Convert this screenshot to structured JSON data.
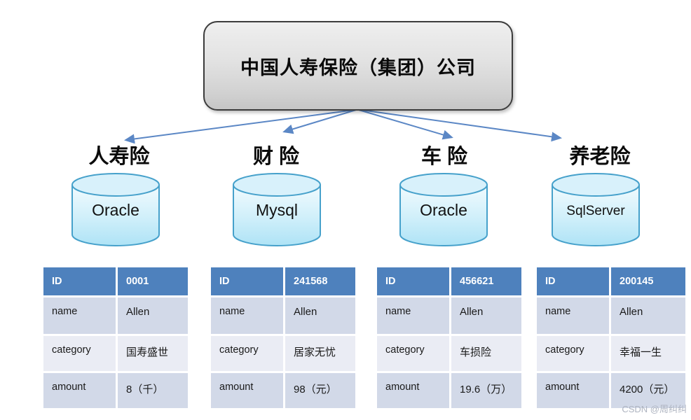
{
  "company": {
    "name": "中国人寿保险（集团）公司"
  },
  "table": {
    "row_labels": [
      "ID",
      "name",
      "category",
      "amount"
    ]
  },
  "branches": [
    {
      "label": "人寿险",
      "database": "Oracle",
      "record": {
        "id": "0001",
        "name": "Allen",
        "category": "国寿盛世",
        "amount": "8（千）"
      }
    },
    {
      "label": "财 险",
      "database": "Mysql",
      "record": {
        "id": "241568",
        "name": "Allen",
        "category": "居家无忧",
        "amount": "98（元）"
      }
    },
    {
      "label": "车 险",
      "database": "Oracle",
      "record": {
        "id": "456621",
        "name": "Allen",
        "category": "车损险",
        "amount": "19.6（万）"
      }
    },
    {
      "label": "养老险",
      "database": "SqlServer",
      "record": {
        "id": "200145",
        "name": "Allen",
        "category": "幸福一生",
        "amount": "4200（元）"
      }
    }
  ],
  "watermark": "CSDN @周纠纠",
  "colors": {
    "header_blue": "#4E81BD",
    "band_dark": "#D2D9E8",
    "band_light": "#EAECF4",
    "arrow_blue": "#5B87C5",
    "cylinder_stroke": "#46A1CB",
    "cylinder_fill_top": "#D8F1FB",
    "cylinder_fill_bottom": "#AEE3F6"
  }
}
